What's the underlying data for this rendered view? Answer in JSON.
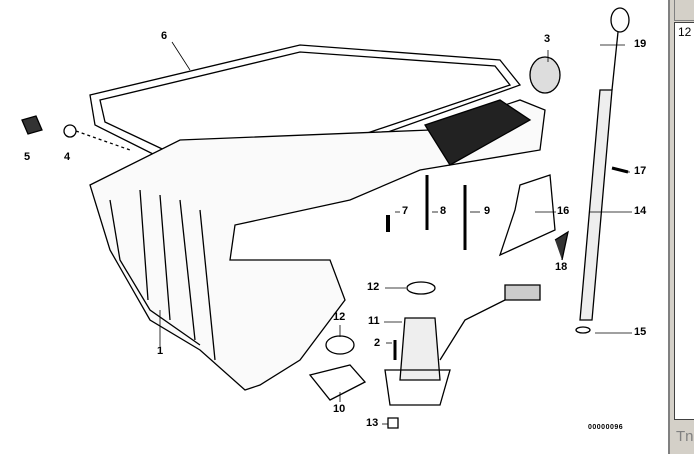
{
  "diagram": {
    "callouts": [
      "1",
      "2",
      "3",
      "4",
      "5",
      "6",
      "7",
      "8",
      "9",
      "10",
      "11",
      "12",
      "12",
      "13",
      "14",
      "15",
      "16",
      "17",
      "18",
      "19"
    ],
    "drawing_code": "00000096"
  },
  "side_panel": {
    "list_value": "12",
    "footer_text": "Tn"
  }
}
